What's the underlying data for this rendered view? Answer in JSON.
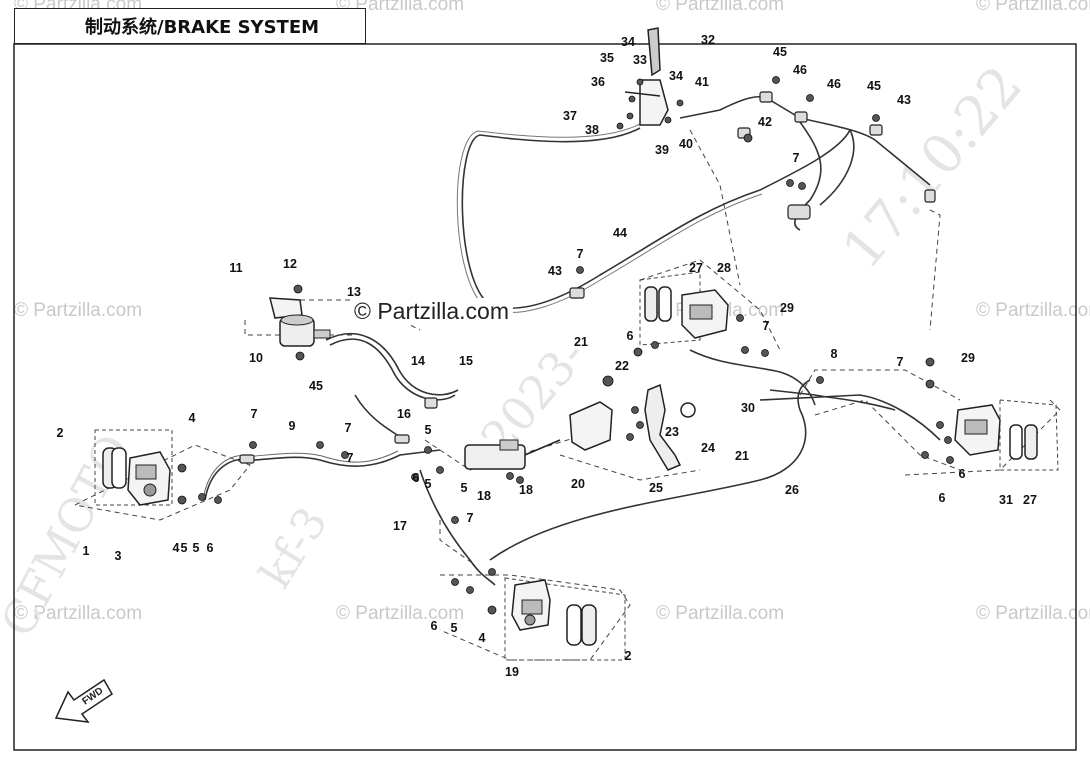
{
  "title": "制动系统/BRAKE SYSTEM",
  "watermark_text": "© Partzilla.com",
  "center_watermark": "© Partzilla.com",
  "diagonal_watermarks": [
    "CFMOTO",
    "kf-3",
    "2023-",
    "17:10:22"
  ],
  "fwd_label": "FWD",
  "callouts": [
    "1",
    "2",
    "2",
    "3",
    "4",
    "4",
    "4",
    "5",
    "5",
    "5",
    "5",
    "5",
    "5",
    "6",
    "6",
    "6",
    "6",
    "6",
    "6",
    "7",
    "7",
    "7",
    "7",
    "7",
    "7",
    "7",
    "7",
    "8",
    "9",
    "10",
    "11",
    "12",
    "13",
    "14",
    "15",
    "16",
    "17",
    "18",
    "18",
    "19",
    "20",
    "21",
    "21",
    "22",
    "23",
    "24",
    "25",
    "26",
    "27",
    "27",
    "28",
    "29",
    "29",
    "30",
    "31",
    "32",
    "33",
    "34",
    "34",
    "35",
    "36",
    "37",
    "38",
    "39",
    "40",
    "41",
    "42",
    "43",
    "43",
    "44",
    "45",
    "45",
    "45",
    "46",
    "46"
  ],
  "colors": {
    "line": "#222222",
    "watermark": "#c9c9c9"
  }
}
